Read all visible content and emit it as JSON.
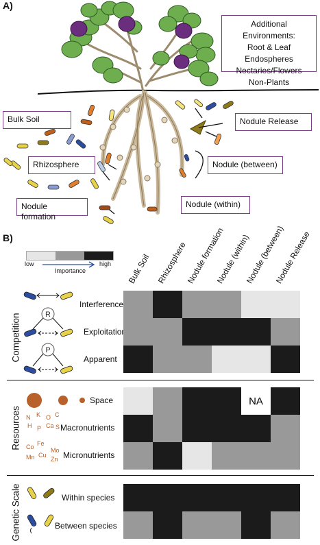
{
  "panel_a": {
    "label": "A)",
    "environments_box": {
      "title": "Additional Environments:",
      "items": [
        "Root & Leaf",
        "Endospheres",
        "Nectaries/Flowers",
        "Non-Plants"
      ]
    },
    "callouts": {
      "bulk_soil": "Bulk Soil",
      "rhizosphere": "Rhizosphere",
      "nodule_formation": "Nodule formation",
      "nodule_release": "Nodule Release",
      "nodule_between": "Nodule (between)",
      "nodule_within": "Nodule (within)"
    }
  },
  "panel_b": {
    "label": "B)",
    "legend": {
      "low": "low",
      "high": "high",
      "title": "Importance"
    },
    "levels": {
      "low": "#e6e6e6",
      "mid": "#999999",
      "high": "#1b1b1b",
      "na": "#ffffff"
    },
    "columns": [
      "Bulk Soil",
      "Rhizosphere",
      "Nodule formation",
      "Nodule (within)",
      "Nodule (between)",
      "Nodule  Release"
    ],
    "groups": [
      {
        "name": "Competition",
        "rows": [
          {
            "label": "Interference",
            "values": [
              "mid",
              "high",
              "mid",
              "mid",
              "low",
              "low"
            ]
          },
          {
            "label": "Exploitation",
            "values": [
              "mid",
              "mid",
              "high",
              "high",
              "high",
              "mid"
            ]
          },
          {
            "label": "Apparent",
            "values": [
              "high",
              "mid",
              "mid",
              "low",
              "low",
              "high"
            ]
          }
        ]
      },
      {
        "name": "Resources",
        "rows": [
          {
            "label": "Space",
            "values": [
              "low",
              "mid",
              "high",
              "high",
              "na",
              "high"
            ]
          },
          {
            "label": "Macronutrients",
            "values": [
              "high",
              "mid",
              "high",
              "high",
              "high",
              "mid"
            ]
          },
          {
            "label": "Micronutrients",
            "values": [
              "mid",
              "high",
              "low",
              "mid",
              "mid",
              "mid"
            ]
          }
        ]
      },
      {
        "name": "Genetic Scale",
        "rows": [
          {
            "label": "Within species",
            "values": [
              "high",
              "high",
              "high",
              "high",
              "high",
              "high"
            ]
          },
          {
            "label": "Between species",
            "values": [
              "mid",
              "high",
              "mid",
              "mid",
              "high",
              "mid"
            ]
          }
        ]
      }
    ],
    "na_label": "NA",
    "icons": {
      "resource_R": "R",
      "resource_P": "P",
      "macronutrient_letters": [
        "N",
        "K",
        "O",
        "C",
        "H",
        "P",
        "Ca",
        "S"
      ],
      "micronutrient_letters": [
        "Co",
        "Fe",
        "Mo",
        "Mn",
        "Cu",
        "Zn"
      ]
    }
  }
}
